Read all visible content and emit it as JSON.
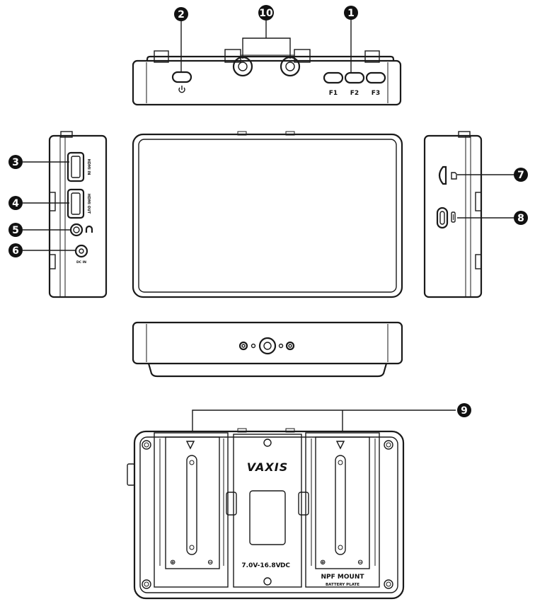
{
  "callouts": [
    "1",
    "2",
    "3",
    "4",
    "5",
    "6",
    "7",
    "8",
    "9",
    "10"
  ],
  "buttons": {
    "f1": "F1",
    "f2": "F2",
    "f3": "F3"
  },
  "port_labels": {
    "hdmi_in": "HDMI IN",
    "hdmi_out": "HDMI OUT",
    "dc_in": "DC IN"
  },
  "battery_plate": {
    "brand": "VAXIS",
    "voltage": "7.0V-16.8V",
    "dc": "DC",
    "mount": "NPF MOUNT",
    "plate": "BATTERY PLATE"
  },
  "icons": [
    "power-icon",
    "headphone-icon",
    "sd-card-icon",
    "usb-c-icon"
  ]
}
